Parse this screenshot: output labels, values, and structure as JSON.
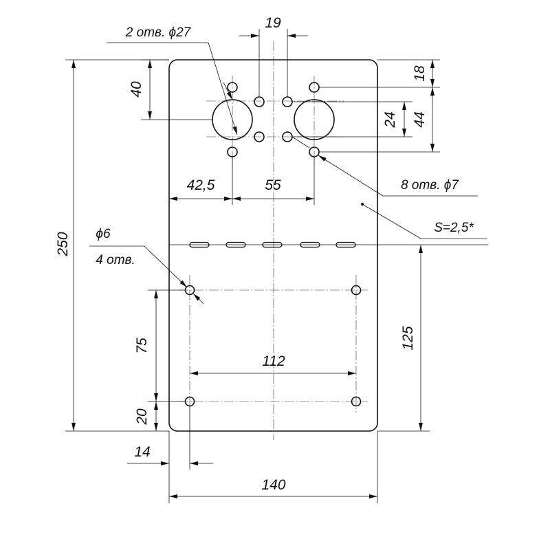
{
  "dimensions": {
    "width_overall": "140",
    "height_overall": "250",
    "top_offset": "18",
    "top_row_spacing": "44",
    "bore_pitch": "24",
    "bore_vertical": "40",
    "small_hole_pitch": "19",
    "left_offset_large": "42,5",
    "hole_spacing_55": "55",
    "lower_pattern_height": "125",
    "hole_pitch_vertical": "75",
    "hole_pitch_horizontal": "112",
    "bottom_offset": "20",
    "left_offset_small": "14"
  },
  "notes": {
    "large_bores": "2 отв. ϕ27",
    "small_holes": "8 отв. ϕ7",
    "lower_holes_diameter": "ϕ6",
    "lower_holes_count": "4 отв.",
    "thickness": "S=2,5*"
  }
}
